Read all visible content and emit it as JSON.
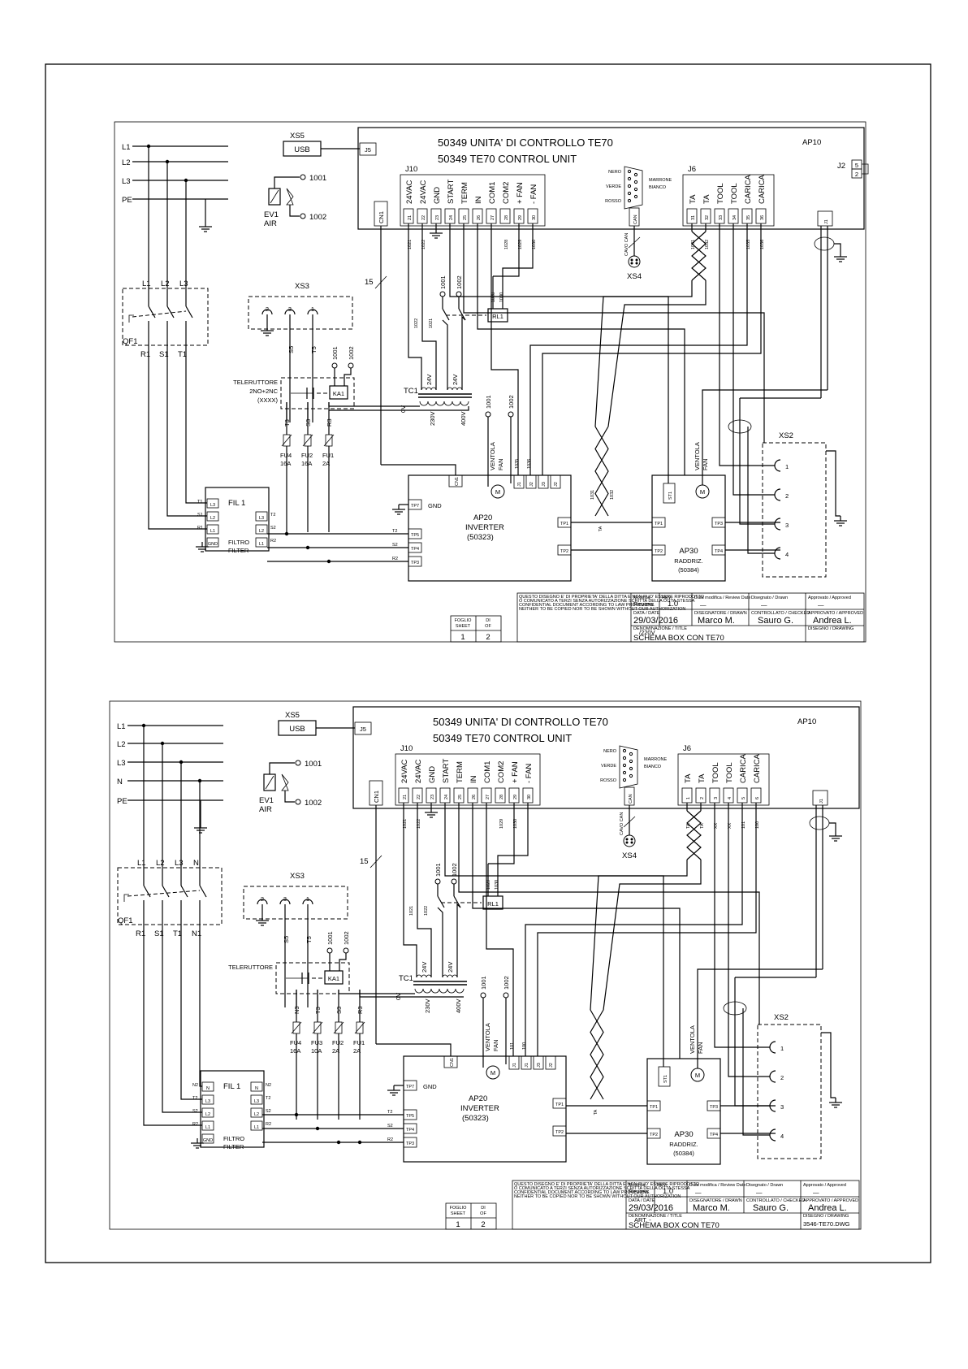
{
  "diagrams": [
    {
      "id": "top",
      "ap10": "AP10",
      "unit_it": "50349 UNITA' DI CONTROLLO TE70",
      "unit_en": "50349 TE70 CONTROL UNIT",
      "xs5": "XS5",
      "usb": "USB",
      "j5": "J5",
      "j2": "J2",
      "j2_pins": [
        "5",
        "2"
      ],
      "j10": "J10",
      "j6": "J6",
      "cn1": "CN1",
      "can": "CAN",
      "j10_pins": [
        {
          "label": "24VAC",
          "num": "21",
          "wire": "1021"
        },
        {
          "label": "24VAC",
          "num": "22",
          "wire": "1022"
        },
        {
          "label": "GND",
          "num": "23",
          "wire": ""
        },
        {
          "label": "START",
          "num": "24",
          "wire": ""
        },
        {
          "label": "TERM",
          "num": "25",
          "wire": ""
        },
        {
          "label": "IN",
          "num": "26",
          "wire": ""
        },
        {
          "label": "COM1",
          "num": "27",
          "wire": ""
        },
        {
          "label": "COM2",
          "num": "28",
          "wire": "1028"
        },
        {
          "label": "+ FAN",
          "num": "29",
          "wire": "1029"
        },
        {
          "label": "- FAN",
          "num": "30",
          "wire": "1030"
        }
      ],
      "j6_pins": [
        {
          "label": "TA",
          "num": "31",
          "wire": "1031"
        },
        {
          "label": "TA",
          "num": "32",
          "wire": "1032"
        },
        {
          "label": "TOOL",
          "num": "33",
          "wire": ""
        },
        {
          "label": "TOOL",
          "num": "34",
          "wire": ""
        },
        {
          "label": "CARICA",
          "num": "35",
          "wire": "1035"
        },
        {
          "label": "CARICA",
          "num": "36",
          "wire": "1036"
        }
      ],
      "j1": "J1",
      "lines": [
        "L1",
        "L2",
        "L3",
        "PE"
      ],
      "qf1": "QF1",
      "qf1_top": [
        "L1",
        "L2",
        "L3"
      ],
      "qf1_bottom": [
        "R1",
        "S1",
        "T1"
      ],
      "ev1": [
        "EV1",
        "AIR"
      ],
      "ev_wires": [
        "1001",
        "1002"
      ],
      "xs3": "XS3",
      "xs3_pins": [
        "2",
        "3",
        "1"
      ],
      "xs3_wires": [
        "S5",
        "T5"
      ],
      "ka_wires": [
        "1001",
        "1002"
      ],
      "teleruttore": [
        "TELERUTTORE",
        "2NO+2NC",
        "(XXXX)"
      ],
      "ka1": "KA1",
      "wire15": "15",
      "rl_wires": [
        "1001",
        "1002"
      ],
      "rl1": "RL1",
      "rl1_wires": [
        "1028",
        "1030"
      ],
      "tc1": "TC1",
      "tc_out": [
        "24V",
        "24V"
      ],
      "tc_in": [
        "0V",
        "230V",
        "400V"
      ],
      "tc_wires": [
        "1022",
        "1021"
      ],
      "xs4": "XS4",
      "can_cavo": "CAVO CAN",
      "db9": {
        "left": [
          "NERO",
          "VERDE",
          "ROSSO"
        ],
        "right": [
          "MARRONE",
          "BIANCO"
        ]
      },
      "fuses": [
        {
          "wire": "T3",
          "name": "FU4",
          "rating": "16A"
        },
        {
          "wire": "S3",
          "name": "FU2",
          "rating": "16A"
        },
        {
          "wire": "R3",
          "name": "FU1",
          "rating": "2A"
        }
      ],
      "fil1": "FIL 1",
      "fil_left": [
        "L3",
        "L2",
        "L1",
        "GND"
      ],
      "fil_left_wires": [
        "T1",
        "S1",
        "R1"
      ],
      "fil_right": [
        "L3",
        "L2",
        "L1"
      ],
      "fil_right_wires": [
        "T2",
        "S2",
        "R2"
      ],
      "filtro": [
        "FILTRO",
        "FILTER"
      ],
      "fan_wires": [
        "1001",
        "1002"
      ],
      "ventola": [
        "VENTOLA",
        "FAN"
      ],
      "ap20": [
        "AP20",
        "INVERTER",
        "(50323)"
      ],
      "ap20_tp": [
        "TP5",
        "TP4",
        "TP3",
        "TP7",
        "TP1",
        "TP2"
      ],
      "ap20_conn": [
        "CN1",
        "J1",
        "J2",
        "J3",
        "J2"
      ],
      "gnd": "GND",
      "ap20_wires": [
        "1035",
        "1036"
      ],
      "ta_wires": [
        "1031",
        "1032"
      ],
      "ta": "TA",
      "ap30": [
        "AP30",
        "RADDRIZ.",
        "(50384)"
      ],
      "ap30_tp": [
        "TP1",
        "TP2",
        "TP3",
        "TP4"
      ],
      "st1": "ST1",
      "xs2": "XS2",
      "xs2_pins": [
        "1",
        "2",
        "3",
        "4"
      ],
      "tb_fields": {
        "modifica": "Modifica",
        "review": "Review",
        "rev_label": "REV.",
        "rev": "1.0",
        "data_mod": "Data modifica / Review Date",
        "dash": "—",
        "disegnato_hdr": "Disegnato / Drawn",
        "approvato_hdr": "Approvato / Approved",
        "data_lbl": "DATA / DATE",
        "date": "29/03/2016",
        "disegnatore_lbl": "DISEGNATORE / DRAWN",
        "drawn": "Marco M.",
        "controllato_lbl": "CONTROLLATO / CHECKED",
        "checked": "Sauro G.",
        "approvato_lbl": "APPROVATO / APPROVED",
        "approved": "Andrea L.",
        "denom_lbl": "DENOMINAZIONE / TITLE",
        "title_line1": "/220V",
        "title": "SCHEMA BOX CON TE70",
        "disegno_lbl": "DISEGNO / DRAWING",
        "dwg": "",
        "foglio": "FOGLIO",
        "sheet": "SHEET",
        "di": "DI",
        "of": "OF",
        "sheet_no": "1",
        "sheet_of": "2",
        "disclaimer": [
          "QUESTO DISEGNO E' DI PROPRIETA' DELLA DITTA E NON PUO' ESSERE RIPRODOTTO",
          "O COMUNICATO A TERZI SENZA AUTORIZZAZIONE SCRITTA DELLA DITTA STESSA",
          "CONFIDENTIAL DOCUMENT ACCORDING TO LAW PROVISIONS.",
          "NEITHER TO BE COPIED NOR TO BE SHOWN WITHOUT OUR AUTHORIZATION"
        ]
      }
    },
    {
      "id": "bottom",
      "ap10": "AP10",
      "unit_it": "50349 UNITA' DI CONTROLLO TE70",
      "unit_en": "50349 TE70 CONTROL UNIT",
      "xs5": "XS5",
      "usb": "USB",
      "j5": "J5",
      "j2": "",
      "j2_pins": [],
      "j10": "J10",
      "j6": "J6",
      "cn1": "CN1",
      "can": "CAN",
      "j10_pins": [
        {
          "label": "24VAC",
          "num": "21",
          "wire": "1021"
        },
        {
          "label": "24VAC",
          "num": "22",
          "wire": "1022"
        },
        {
          "label": "GND",
          "num": "23",
          "wire": ""
        },
        {
          "label": "START",
          "num": "24",
          "wire": ""
        },
        {
          "label": "TERM",
          "num": "25",
          "wire": ""
        },
        {
          "label": "IN",
          "num": "26",
          "wire": ""
        },
        {
          "label": "COM1",
          "num": "27",
          "wire": ""
        },
        {
          "label": "COM2",
          "num": "28",
          "wire": "1029"
        },
        {
          "label": "+ FAN",
          "num": "29",
          "wire": "1030"
        },
        {
          "label": "- FAN",
          "num": "30",
          "wire": ""
        }
      ],
      "j6_pins": [
        {
          "label": "TA",
          "num": "1",
          "wire": "TA"
        },
        {
          "label": "TA",
          "num": "2",
          "wire": "TA"
        },
        {
          "label": "TOOL",
          "num": "3",
          "wire": "XX"
        },
        {
          "label": "TOOL",
          "num": "4",
          "wire": "XX"
        },
        {
          "label": "CARICA",
          "num": "5",
          "wire": "101"
        },
        {
          "label": "CARICA",
          "num": "6",
          "wire": "100"
        }
      ],
      "j1": "J1",
      "lines": [
        "L1",
        "L2",
        "L3",
        "N",
        "PE"
      ],
      "qf1": "QF1",
      "qf1_top": [
        "L1",
        "L2",
        "L3",
        "N"
      ],
      "qf1_bottom": [
        "R1",
        "S1",
        "T1",
        "N1"
      ],
      "ev1": [
        "EV1",
        "AIR"
      ],
      "ev_wires": [
        "1001",
        "1002"
      ],
      "xs3": "XS3",
      "xs3_pins": [
        "2",
        "3",
        "1"
      ],
      "xs3_wires": [
        "S5",
        "T5"
      ],
      "ka_wires": [
        "1001",
        "1002"
      ],
      "teleruttore": [
        "TELERUTTORE"
      ],
      "ka1": "KA1",
      "wire15": "15",
      "rl_wires": [
        "1001",
        "1002"
      ],
      "rl1": "RL1",
      "rl1_wires": [
        "1029",
        "1030"
      ],
      "tc1": "TC1",
      "tc_out": [
        "24V",
        "24V"
      ],
      "tc_in": [
        "0V",
        "230V",
        "400V"
      ],
      "tc_wires": [
        "1021",
        "1022"
      ],
      "xs4": "XS4",
      "can_cavo": "CAVO CAN",
      "db9": {
        "left": [
          "NERO",
          "VERDE",
          "ROSSO"
        ],
        "right": [
          "MARRONE",
          "BIANCO"
        ]
      },
      "fuses": [
        {
          "wire": "N3",
          "name": "FU4",
          "rating": "16A"
        },
        {
          "wire": "T3",
          "name": "FU3",
          "rating": "10A"
        },
        {
          "wire": "S3",
          "name": "FU2",
          "rating": "2A"
        },
        {
          "wire": "R3",
          "name": "FU1",
          "rating": "2A"
        }
      ],
      "fil1": "FIL 1",
      "fil_left": [
        "N",
        "L3",
        "L2",
        "L1",
        "GND"
      ],
      "fil_left_wires": [
        "N2",
        "T2",
        "S2",
        "R2"
      ],
      "fil_right": [
        "N",
        "L3",
        "L2",
        "L1"
      ],
      "fil_right_wires": [
        "N2",
        "T2",
        "S2",
        "R2"
      ],
      "filtro": [
        "FILTRO",
        "FILTER"
      ],
      "fan_wires": [
        "1001",
        "1002"
      ],
      "ventola": [
        "VENTOLA",
        "FAN"
      ],
      "ap20": [
        "AP20",
        "INVERTER",
        "(50323)"
      ],
      "ap20_tp": [
        "TP5",
        "TP4",
        "TP3",
        "TP7",
        "TP1",
        "TP2"
      ],
      "ap20_conn": [
        "CN1",
        "J1",
        "J1",
        "J3",
        "J2"
      ],
      "gnd": "GND",
      "ap20_wires": [
        "101",
        "100"
      ],
      "ta_wires": [],
      "ta": "TA",
      "ap30": [
        "AP30",
        "RADDRIZ.",
        "(50384)"
      ],
      "ap30_tp": [
        "TP1",
        "TP2",
        "TP3",
        "TP4"
      ],
      "st1": "ST1",
      "xs2": "XS2",
      "xs2_pins": [
        "1",
        "2",
        "3",
        "4"
      ],
      "tb_fields": {
        "modifica": "Modifica",
        "review": "Review",
        "rev_label": "REV.",
        "rev": "1.0",
        "data_mod": "Data modifica / Review Date",
        "dash": "—",
        "disegnato_hdr": "Disegnato / Drawn",
        "approvato_hdr": "Approvato / Approved",
        "data_lbl": "DATA / DATE",
        "date": "29/03/2016",
        "disegnatore_lbl": "DISEGNATORE / DRAWN",
        "drawn": "Marco M.",
        "controllato_lbl": "CONTROLLATO / CHECKED",
        "checked": "Sauro G.",
        "approvato_lbl": "APPROVATO / APPROVED",
        "approved": "Andrea L.",
        "denom_lbl": "DENOMINAZIONE / TITLE",
        "title_line1": "ART. -",
        "title": "SCHEMA BOX CON TE70",
        "disegno_lbl": "DISEGNO / DRAWING",
        "dwg": "3546-TE70.DWG",
        "foglio": "FOGLIO",
        "sheet": "SHEET",
        "di": "DI",
        "of": "OF",
        "sheet_no": "1",
        "sheet_of": "2",
        "disclaimer": [
          "QUESTO DISEGNO E' DI PROPRIETA' DELLA DITTA E NON PUO' ESSERE RIPRODOTTO",
          "O COMUNICATO A TERZI SENZA AUTORIZZAZIONE SCRITTA DELLA DITTA STESSA",
          "CONFIDENTIAL DOCUMENT ACCORDING TO LAW PROVISIONS.",
          "NEITHER TO BE COPIED NOR TO BE SHOWN WITHOUT OUR AUTHORIZATION"
        ]
      }
    }
  ]
}
